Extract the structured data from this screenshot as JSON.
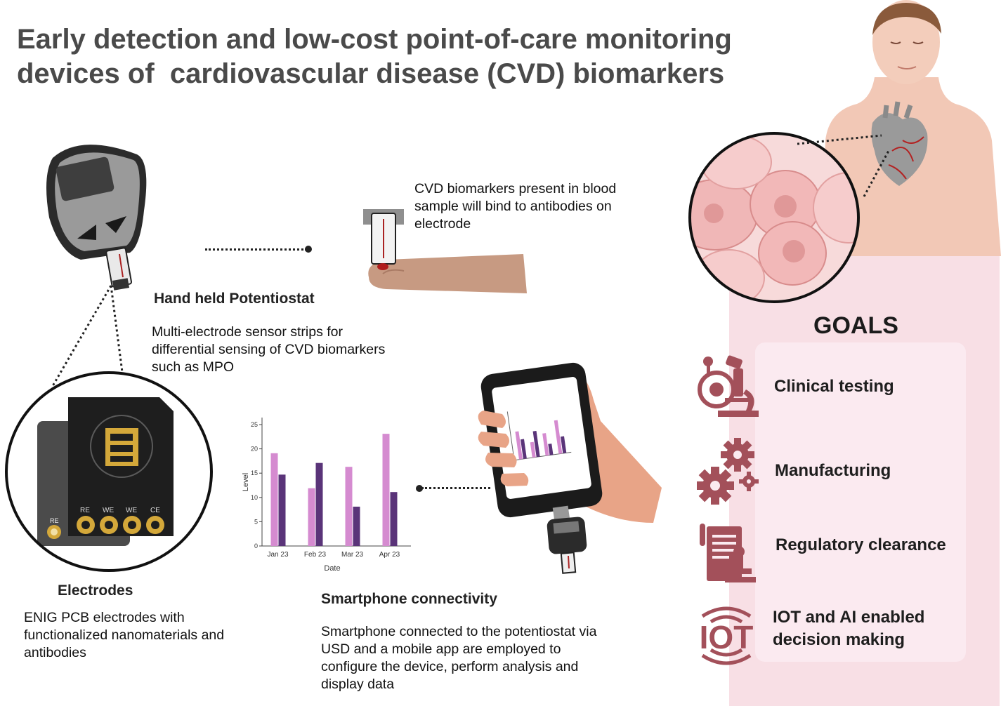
{
  "title": {
    "line1": "Early detection and low-cost point-of-care monitoring",
    "line2": "devices of  cardiovascular disease (CVD) biomarkers"
  },
  "potentiostat": {
    "label": "Hand held Potentiostat",
    "description_lines": [
      "Multi-electrode sensor strips for",
      "differential sensing of CVD biomarkers",
      "such as MPO"
    ]
  },
  "blood_sample": {
    "description_lines": [
      "CVD biomarkers present in blood",
      "sample will bind to antibodies on",
      "electrode"
    ]
  },
  "electrodes": {
    "label": "Electrodes",
    "description_lines": [
      "ENIG PCB electrodes with",
      "functionalized nanomaterials and",
      "antibodies"
    ],
    "pin_labels_front": [
      "RE",
      "WE",
      "WE",
      "CE"
    ],
    "pin_label_back": "RE"
  },
  "smartphone": {
    "label": "Smartphone connectivity",
    "description_lines": [
      "Smartphone connected to the potentiostat via",
      "USD and a mobile app are employed to",
      "configure the device, perform analysis and",
      "display data"
    ]
  },
  "goals": {
    "title": "GOALS",
    "items": [
      {
        "lines": [
          "Clinical testing"
        ],
        "icon": "microscope-virus-icon"
      },
      {
        "lines": [
          "Manufacturing"
        ],
        "icon": "gears-icon"
      },
      {
        "lines": [
          "Regulatory clearance"
        ],
        "icon": "document-stamp-icon"
      },
      {
        "lines": [
          "IOT and AI enabled",
          "decision making"
        ],
        "icon": "iot-icon"
      }
    ],
    "iot_icon_text": "IOT"
  },
  "colors": {
    "accent": "#a3505a",
    "bar_light": "#d58bd0",
    "bar_dark": "#5a3479",
    "goals_bg": "#f8dfe5"
  },
  "chart_data": {
    "type": "bar",
    "categories": [
      "Jan 23",
      "Feb 23",
      "Mar 23",
      "Apr 23"
    ],
    "series": [
      {
        "values": [
          19.1,
          11.9,
          16.3,
          23.1
        ],
        "color": "#d58bd0"
      },
      {
        "values": [
          14.7,
          17.1,
          8.1,
          11.1
        ],
        "color": "#5a3479"
      }
    ],
    "xlabel": "Date",
    "ylabel": "Level",
    "ylim": [
      0,
      25
    ],
    "yticks": [
      "0",
      "5",
      "10",
      "15",
      "20",
      "25"
    ],
    "grid": false,
    "legend": "none"
  }
}
